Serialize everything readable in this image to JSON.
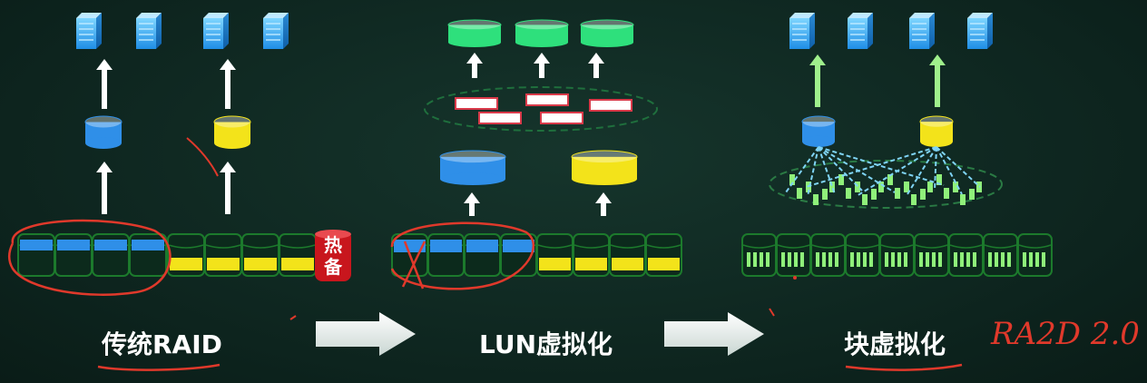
{
  "labels": {
    "traditional": "传统RAID",
    "lun": "LUN虚拟化",
    "block": "块虚拟化",
    "hot_spare_1": "热",
    "hot_spare_2": "备",
    "handwritten": "RA2D 2.0"
  },
  "colors": {
    "blue": "#2f8fe8",
    "yellow": "#f3e31a",
    "green": "#2ee07c",
    "disk_border": "#1c7a2c",
    "hot_spare": "#c8161d",
    "arrow": "#ffffff",
    "arrow_green": "#9ff08c",
    "dash_blue": "#7fd4f6",
    "annotation": "#e0392b"
  },
  "icons": [
    "server-icon",
    "disk-icon",
    "arrow-right-icon",
    "arrow-up-icon"
  ]
}
